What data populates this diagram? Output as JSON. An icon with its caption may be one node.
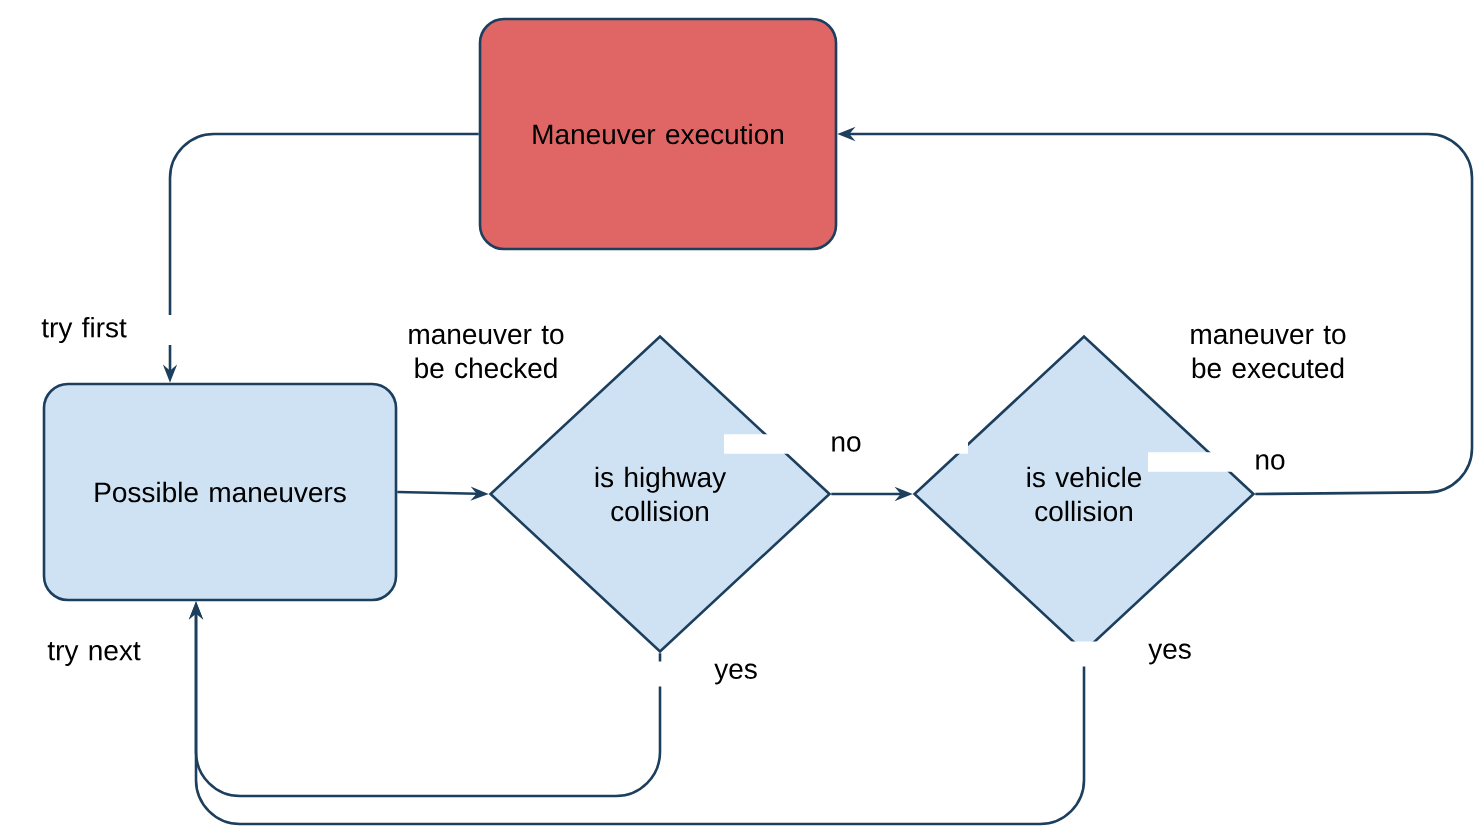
{
  "diagram": {
    "nodes": [
      {
        "text": [
          "Maneuver execution"
        ]
      },
      {
        "text": [
          "Possible maneuvers"
        ]
      },
      {
        "text": [
          "is highway collision"
        ]
      },
      {
        "text": [
          "is vehicle collision"
        ]
      }
    ],
    "edges": [
      {
        "from": 0,
        "to": 1,
        "arrow": "to",
        "label": "try first"
      },
      {
        "from": 1,
        "to": 2,
        "arrow": "to",
        "label": "maneuver to be checked"
      },
      {
        "from": 2,
        "to": 3,
        "arrow": "to",
        "label": "no"
      },
      {
        "from": 3,
        "to": 0,
        "arrow": "to",
        "label": "no"
      },
      {
        "from": 2,
        "to": 1,
        "arrow": "to",
        "label": "yes"
      },
      {
        "from": 3,
        "to": 1,
        "arrow": "to",
        "label": "yes"
      }
    ],
    "labels": [
      "maneuver to be executed",
      "try next"
    ]
  }
}
